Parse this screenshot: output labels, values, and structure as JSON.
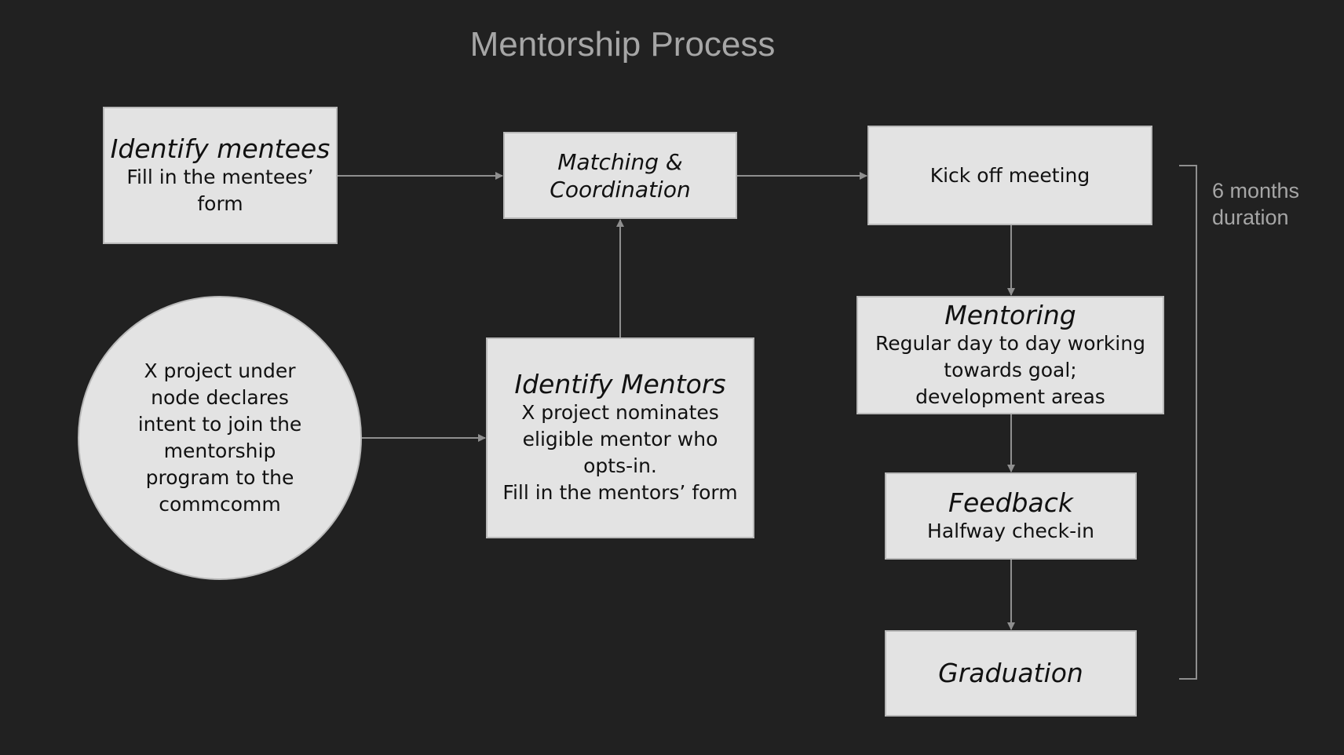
{
  "title": "Mentorship Process",
  "colors": {
    "background": "#212121",
    "box": "#e3e3e3",
    "connector": "#8f8f8f",
    "muted_text": "#a6a6a6"
  },
  "nodes": {
    "identify_mentees": {
      "head": "Identify mentees",
      "body": "Fill in the mentees’\nform"
    },
    "project_declares": {
      "body": "X project under\nnode declares\nintent to join the\nmentorship\nprogram to the\ncommcomm"
    },
    "matching": {
      "head": "Matching &\nCoordination"
    },
    "identify_mentors": {
      "head": "Identify Mentors",
      "body": "X project nominates\neligible mentor who\nopts-in.\nFill in the mentors’ form"
    },
    "kickoff": {
      "body": "Kick off meeting"
    },
    "mentoring": {
      "head": "Mentoring",
      "body": "Regular day to day working\ntowards goal;\ndevelopment areas"
    },
    "feedback": {
      "head": "Feedback",
      "body": "Halfway check-in"
    },
    "graduation": {
      "head": "Graduation"
    }
  },
  "duration_note": "6 months\nduration"
}
